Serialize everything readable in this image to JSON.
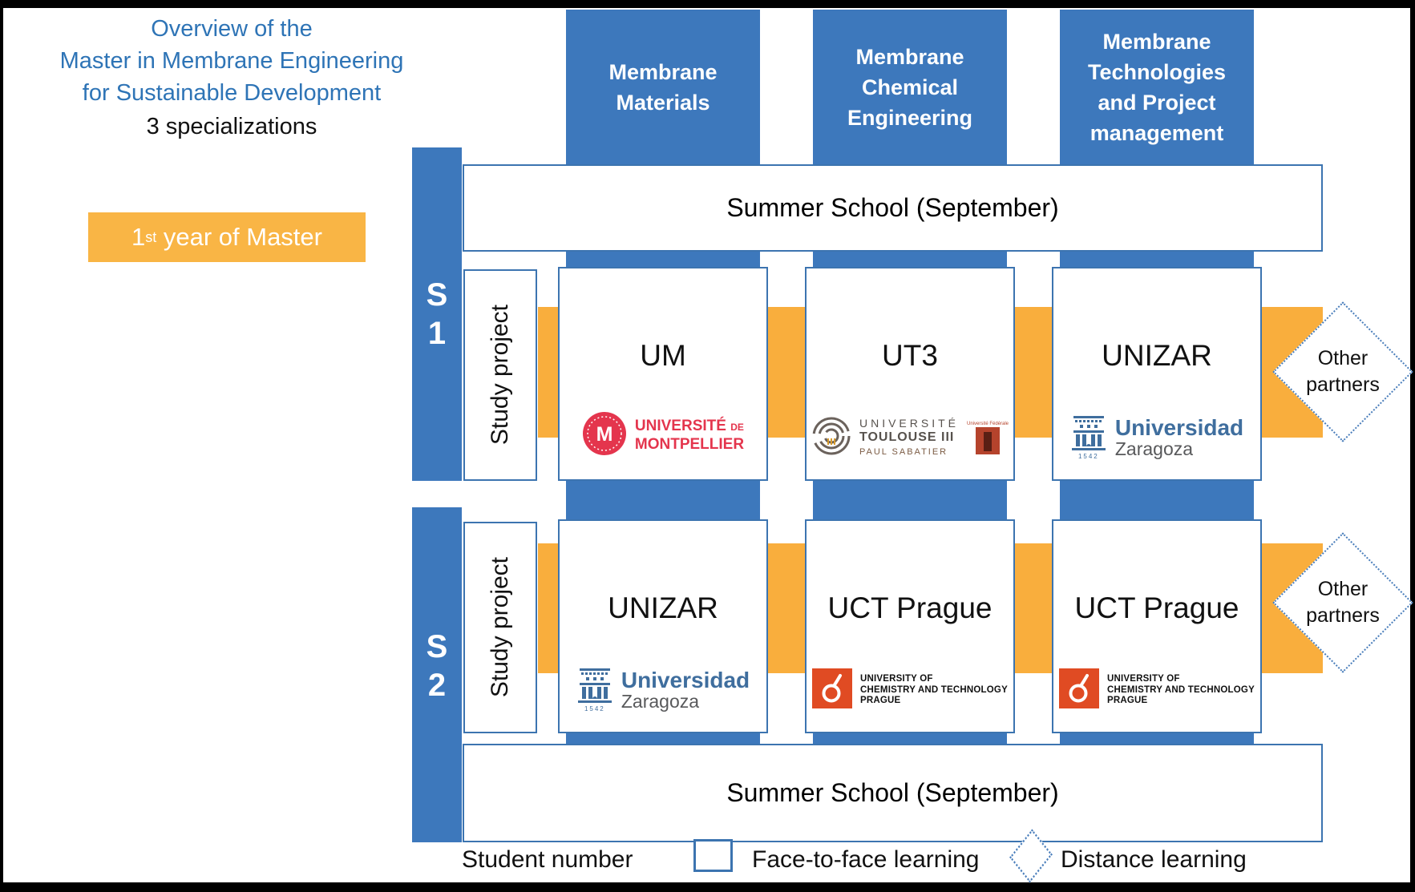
{
  "title": {
    "line1": "Overview of the",
    "line2": "Master in Membrane Engineering",
    "line3": "for Sustainable Development",
    "subtitle": "3 specializations"
  },
  "year_label": {
    "number": "1",
    "ordinal": "st",
    "rest": " year of Master"
  },
  "columns": [
    {
      "label": "Membrane Materials"
    },
    {
      "label": "Membrane Chemical Engineering"
    },
    {
      "label": "Membrane Technologies and Project management"
    }
  ],
  "semesters": [
    {
      "line1": "S",
      "line2": "1",
      "study_project": "Study project"
    },
    {
      "line1": "S",
      "line2": "2",
      "study_project": "Study project"
    }
  ],
  "summer_school": {
    "top": "Summer School (September)",
    "bottom": "Summer School (September)"
  },
  "rows": [
    {
      "cells": [
        {
          "abbr": "UM"
        },
        {
          "abbr": "UT3"
        },
        {
          "abbr": "UNIZAR"
        }
      ]
    },
    {
      "cells": [
        {
          "abbr": "UNIZAR"
        },
        {
          "abbr": "UCT Prague"
        },
        {
          "abbr": "UCT Prague"
        }
      ]
    }
  ],
  "other_partners": {
    "line1": "Other",
    "line2": "partners"
  },
  "logos": {
    "um": {
      "seal_letter": "M",
      "line1": "UNIVERSITÉ",
      "line1_small": "DE",
      "line2": "MONTPELLIER"
    },
    "ut3": {
      "line1": "UNIVERSITÉ",
      "line2": "TOULOUSE III",
      "line3": "PAUL SABATIER",
      "badge_caption": "Université Fédérale"
    },
    "unizar": {
      "line1": "Universidad",
      "line2": "Zaragoza",
      "year": "1542"
    },
    "uct": {
      "line1": "UNIVERSITY OF",
      "line2": "CHEMISTRY AND TECHNOLOGY",
      "line3": "PRAGUE"
    }
  },
  "legend": {
    "student_number": "Student number",
    "face_to_face": "Face-to-face learning",
    "distance": "Distance learning"
  },
  "colors": {
    "accent_blue": "#3D78BC",
    "border_blue": "#3C74B0",
    "orange_bar": "#F9AE3D",
    "orange_label": "#F9B545",
    "title_blue": "#2E74B6",
    "um_red": "#E4354D",
    "uct_orange": "#E04B23",
    "unizar_blue": "#3F6E9E",
    "diamond_dot_blue": "#4A7EBB"
  }
}
